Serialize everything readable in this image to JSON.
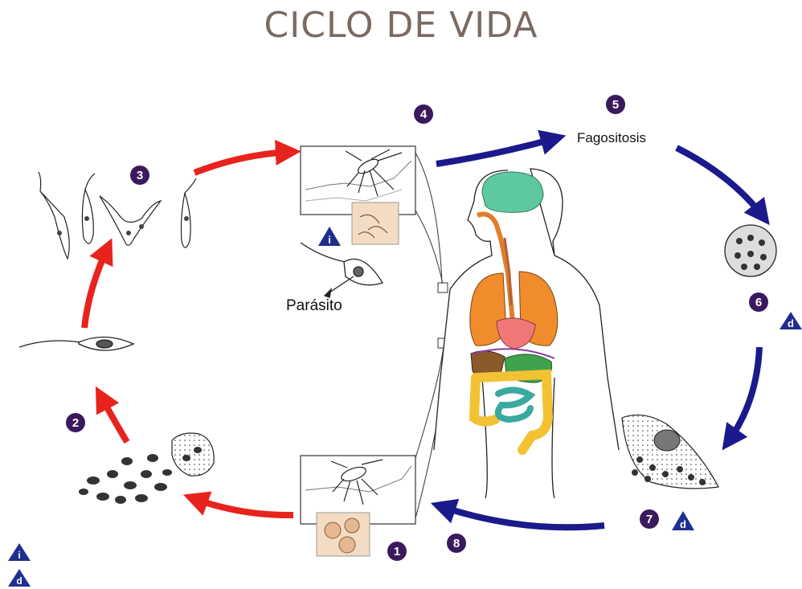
{
  "title": "CICLO DE VIDA",
  "labels": {
    "fagositosis": "Fagositosis",
    "parasito": "Parásito"
  },
  "stage_numbers": [
    "1",
    "2",
    "3",
    "4",
    "5",
    "6",
    "7",
    "8"
  ],
  "stage_badges": {
    "infective": "i",
    "diagnostic": "d"
  },
  "legend": [
    {
      "symbol": "i"
    },
    {
      "symbol": "d"
    }
  ],
  "colors": {
    "title": "#7a6a63",
    "human_path_arrow": "#1a1a8c",
    "vector_path_arrow": "#e8231d",
    "number_circle": "#3a1a5c",
    "badge_triangle": "#1f2f8f",
    "brain": "#5ec9a0",
    "lungs": "#f08c2c",
    "liver": "#f07878",
    "small_intestine": "#3aa9a0",
    "large_intestine": "#f2c233",
    "stomach": "#3fa24c",
    "spleen": "#8a5a2a",
    "esophagus": "#e07d2a",
    "inset_box": "#f4dcc4"
  },
  "icons": [
    "sandfly-vector",
    "promastigote",
    "amastigote",
    "infected-macrophage",
    "human-body"
  ]
}
